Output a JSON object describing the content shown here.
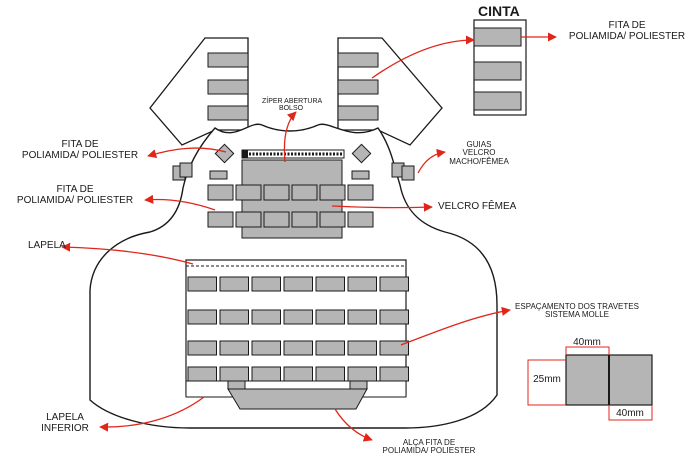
{
  "colors": {
    "outline": "#1a1a1a",
    "webbing": "#b5b5b5",
    "arrow": "#e0261b",
    "dimension": "#e0261b",
    "background": "#ffffff"
  },
  "labels": {
    "cinta": "CINTA",
    "fita_top_right": [
      "FITA DE",
      "POLIAMIDA/ POLIESTER"
    ],
    "ziper": [
      "ZÍPER ABERTURA",
      "BOLSO"
    ],
    "fita_left_1": [
      "FITA DE",
      "POLIAMIDA/ POLIESTER"
    ],
    "guias": [
      "GUIAS",
      "VELCRO",
      "MACHO/FÊMEA"
    ],
    "fita_left_2": [
      "FITA DE",
      "POLIAMIDA/ POLIESTER"
    ],
    "velcro_femea": "VELCRO FÊMEA",
    "lapela": "LAPELA",
    "espacamento": [
      "ESPAÇAMENTO  DOS TRAVETES",
      "SISTEMA MOLLE"
    ],
    "lapela_inferior": [
      "LAPELA",
      "INFERIOR"
    ],
    "alca": [
      "ALÇA FITA DE",
      "POLIAMIDA/ POLIESTER"
    ]
  },
  "dimensions": {
    "width_top": "40mm",
    "height": "25mm",
    "width_bottom": "40mm"
  }
}
